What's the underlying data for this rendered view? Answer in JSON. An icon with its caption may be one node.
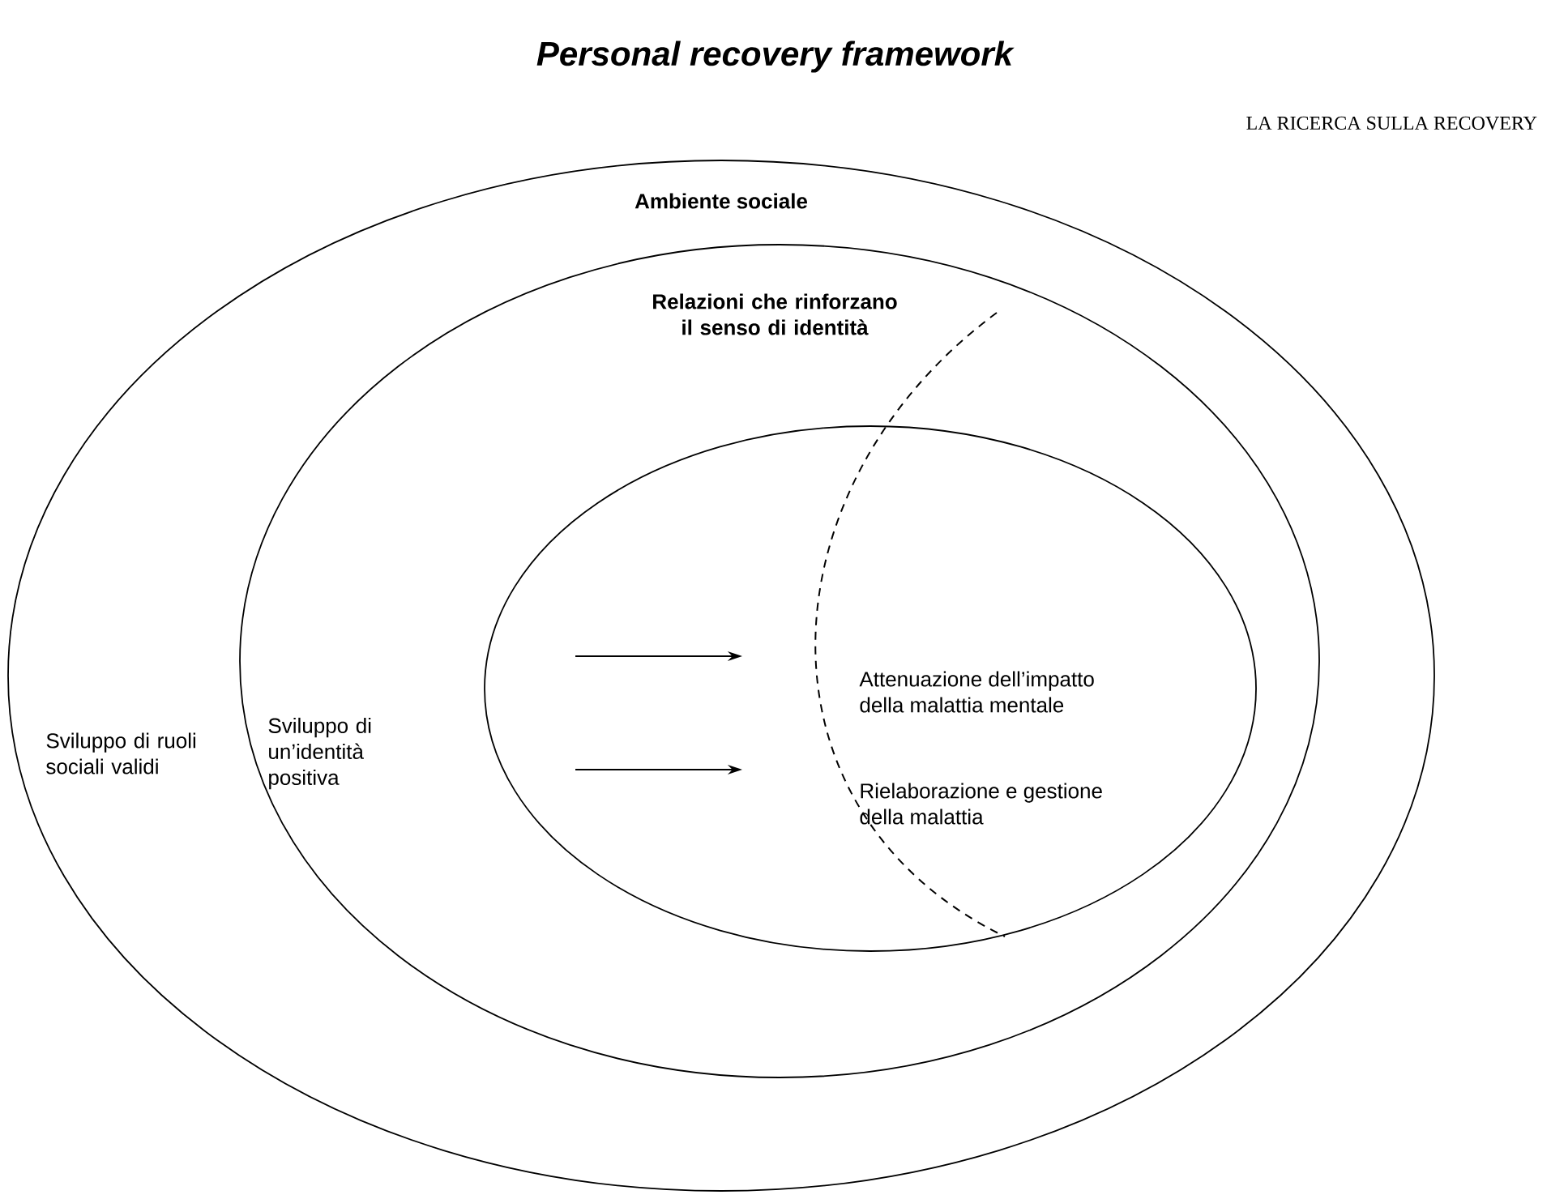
{
  "diagram": {
    "title": "Personal recovery framework",
    "nodes": [
      {
        "text": [
          "Ambiente sociale",
          "Sviluppo di ruoli sociali validi"
        ]
      },
      {
        "text": [
          "Relazioni che rinforzano il senso di identità",
          "Sviluppo di un’identità positiva"
        ],
        "in": 0
      },
      {
        "text": [],
        "shape": "ellipse",
        "in": 1
      },
      {
        "text": [
          "Attenuazione dell’impatto della malattia mentale"
        ],
        "in": 2
      },
      {
        "text": [
          "Rielaborazione e gestione della malattia"
        ],
        "in": 2
      }
    ],
    "labels": [
      "LA RICERCA SULLA RECOVERY"
    ]
  }
}
